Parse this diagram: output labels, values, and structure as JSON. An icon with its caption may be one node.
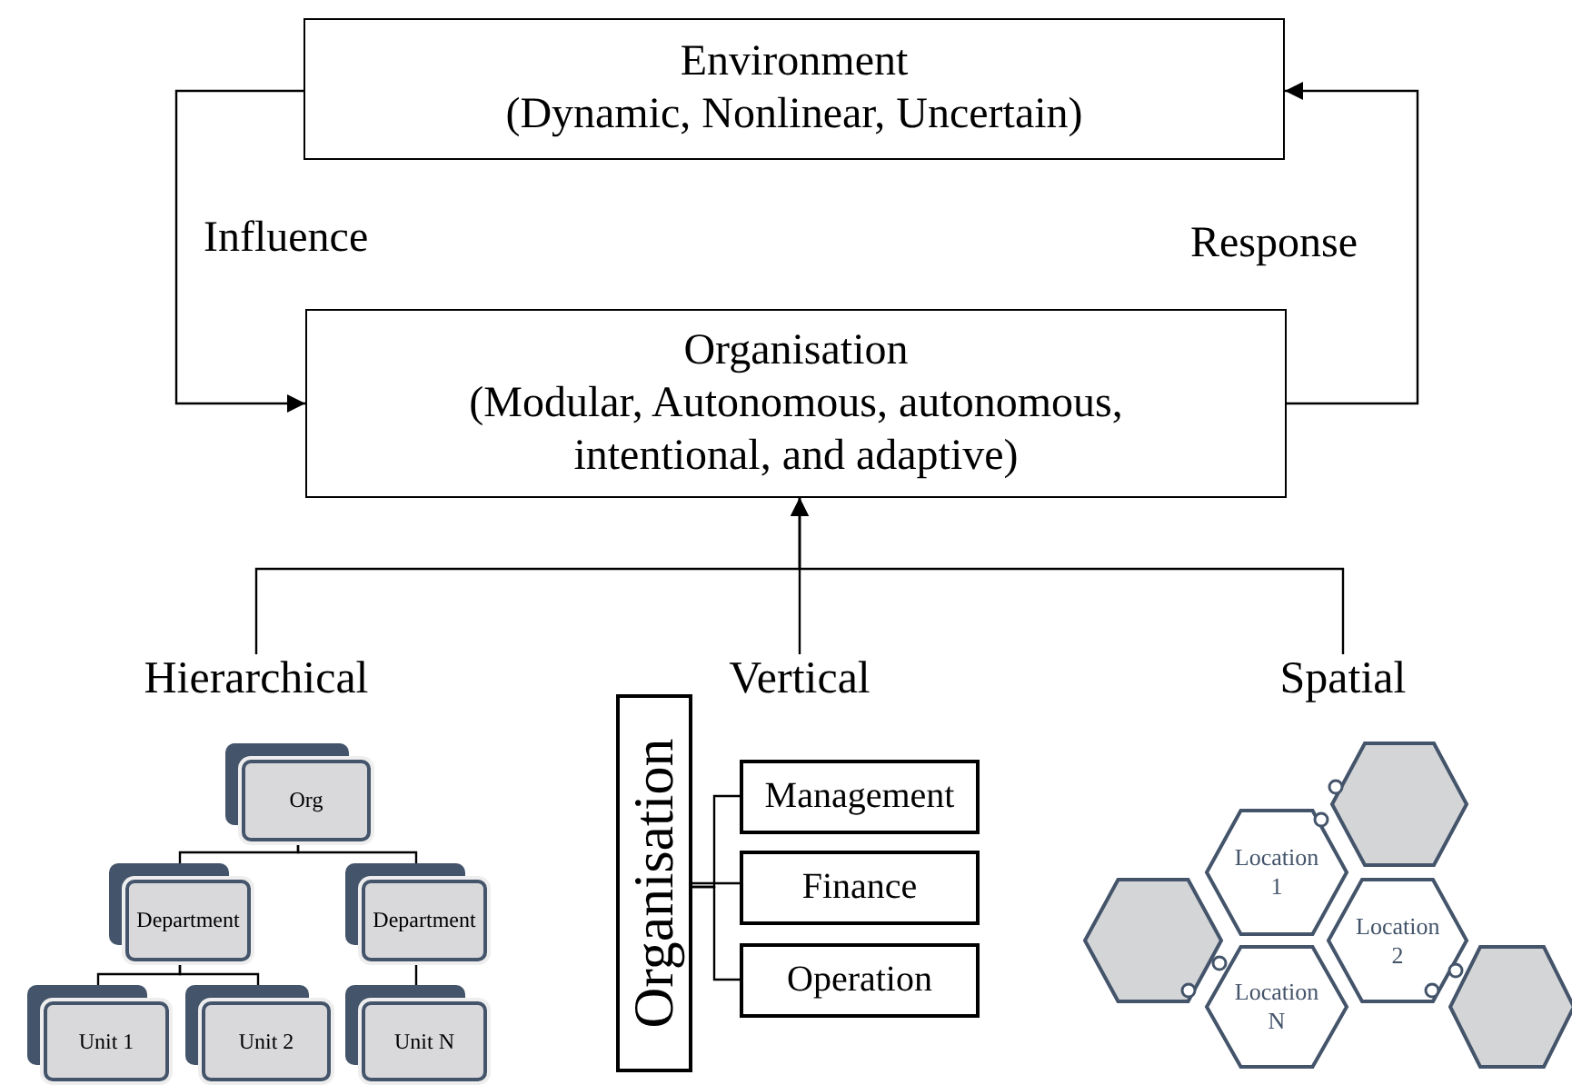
{
  "diagram": {
    "nodes": [
      {
        "text": [
          "Environment",
          "(Dynamic, Nonlinear, Uncertain)"
        ]
      },
      {
        "text": [
          "Organisation",
          "(Modular, Autonomous, autonomous, intentional, and adaptive)"
        ]
      },
      {
        "text": [
          "Hierarchical"
        ]
      },
      {
        "text": [
          "Vertical"
        ]
      },
      {
        "text": [
          "Spatial"
        ]
      },
      {
        "text": [
          "Org"
        ]
      },
      {
        "text": [
          "Department"
        ]
      },
      {
        "text": [
          "Department"
        ]
      },
      {
        "text": [
          "Unit 1"
        ]
      },
      {
        "text": [
          "Unit 2"
        ]
      },
      {
        "text": [
          "Unit N"
        ]
      },
      {
        "text": [
          "Organisation"
        ]
      },
      {
        "text": [
          "Management"
        ]
      },
      {
        "text": [
          "Finance"
        ]
      },
      {
        "text": [
          "Operation"
        ]
      },
      {
        "text": [],
        "shape": "hexagon"
      },
      {
        "text": [
          "Location 1"
        ]
      },
      {
        "text": [],
        "shape": "hexagon"
      },
      {
        "text": [
          "Location 2"
        ]
      },
      {
        "text": [
          "Location N"
        ]
      },
      {
        "text": [],
        "shape": "hexagon"
      }
    ],
    "edges": [
      {
        "from": 0,
        "to": 1,
        "arrow": "to",
        "label": "Influence"
      },
      {
        "from": 1,
        "to": 0,
        "arrow": "to",
        "label": "Response"
      },
      {
        "from": 2,
        "to": 1,
        "arrow": "to"
      },
      {
        "from": 3,
        "to": 1,
        "arrow": "to"
      },
      {
        "from": 4,
        "to": 1,
        "arrow": "to"
      },
      {
        "from": 5,
        "to": 6,
        "arrow": "none"
      },
      {
        "from": 5,
        "to": 7,
        "arrow": "none"
      },
      {
        "from": 6,
        "to": 8,
        "arrow": "none"
      },
      {
        "from": 6,
        "to": 9,
        "arrow": "none"
      },
      {
        "from": 7,
        "to": 10,
        "arrow": "none"
      },
      {
        "from": 11,
        "to": 12,
        "arrow": "none"
      },
      {
        "from": 11,
        "to": 13,
        "arrow": "none"
      },
      {
        "from": 11,
        "to": 14,
        "arrow": "none"
      }
    ]
  }
}
